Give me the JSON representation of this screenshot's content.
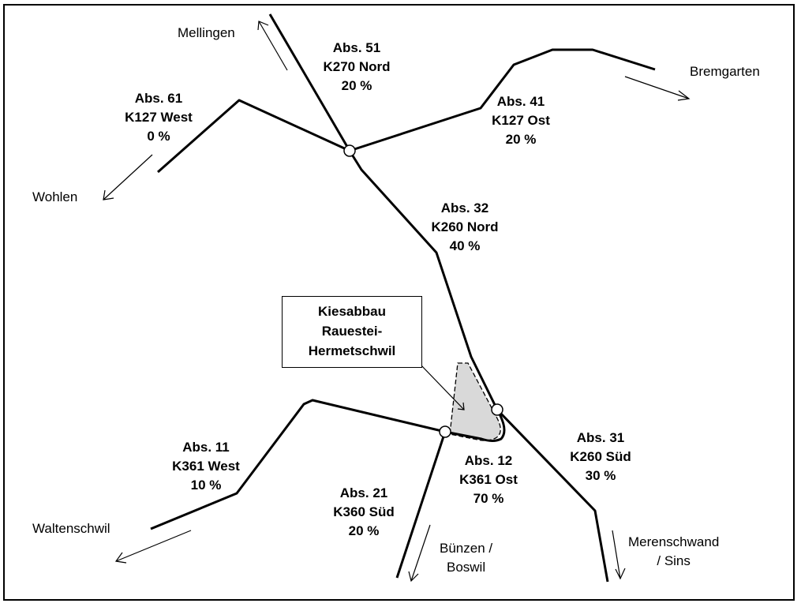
{
  "site_box": {
    "lines": [
      "Kiesabbau",
      "Rauestei-",
      "Hermetschwil"
    ]
  },
  "sections": [
    {
      "id": "abs-51",
      "lines": [
        "Abs. 51",
        "K270 Nord",
        "20 %"
      ],
      "percent": 20
    },
    {
      "id": "abs-61",
      "lines": [
        "Abs. 61",
        "K127 West",
        "0 %"
      ],
      "percent": 0
    },
    {
      "id": "abs-41",
      "lines": [
        "Abs. 41",
        "K127 Ost",
        "20 %"
      ],
      "percent": 20
    },
    {
      "id": "abs-32",
      "lines": [
        "Abs. 32",
        "K260 Nord",
        "40 %"
      ],
      "percent": 40
    },
    {
      "id": "abs-11",
      "lines": [
        "Abs. 11",
        "K361 West",
        "10 %"
      ],
      "percent": 10
    },
    {
      "id": "abs-21",
      "lines": [
        "Abs. 21",
        "K360 Süd",
        "20 %"
      ],
      "percent": 20
    },
    {
      "id": "abs-12",
      "lines": [
        "Abs. 12",
        "K361 Ost",
        "70 %"
      ],
      "percent": 70
    },
    {
      "id": "abs-31",
      "lines": [
        "Abs. 31",
        "K260 Süd",
        "30 %"
      ],
      "percent": 30
    }
  ],
  "destinations": {
    "mellingen": [
      "Mellingen"
    ],
    "bremgarten": [
      "Bremgarten"
    ],
    "wohlen": [
      "Wohlen"
    ],
    "waltenschwil": [
      "Waltenschwil"
    ],
    "buenzen": [
      "Bünzen /",
      "Boswil"
    ],
    "merenschwand": [
      "Merenschwand",
      "/ Sins"
    ]
  }
}
